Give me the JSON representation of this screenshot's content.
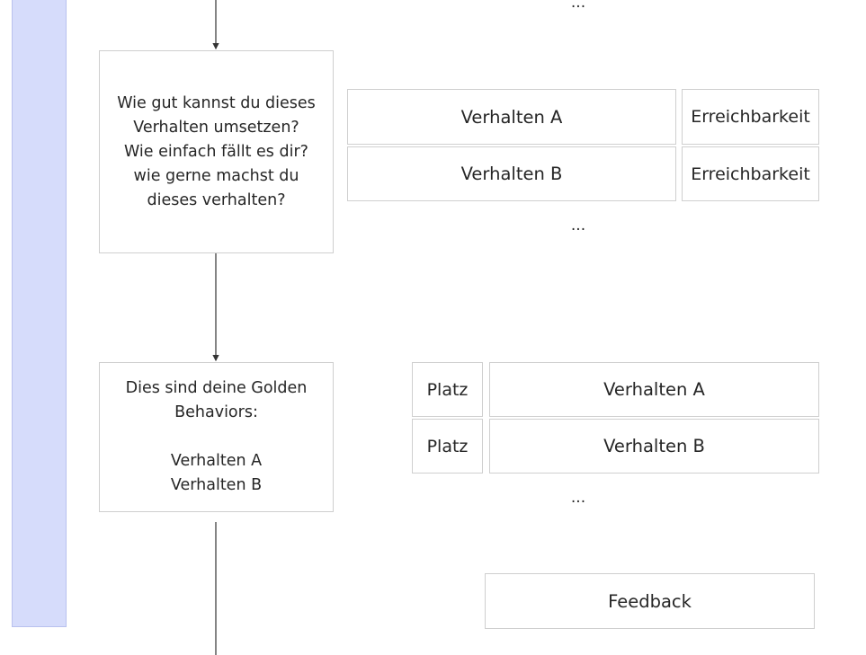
{
  "steps": {
    "ability_question": "Wie gut kannst du dieses\nVerhalten umsetzen?\nWie einfach fällt es dir?\nwie gerne machst du\ndieses verhalten?",
    "golden_behaviors": "Dies sind deine Golden\nBehaviors:\n\nVerhalten A\nVerhalten B"
  },
  "ability_table": {
    "rows": [
      {
        "behavior": "Verhalten A",
        "rating": "Erreichbarkeit"
      },
      {
        "behavior": "Verhalten B",
        "rating": "Erreichbarkeit"
      }
    ],
    "more": "..."
  },
  "ranking_table": {
    "rows": [
      {
        "rank": "Platz",
        "behavior": "Verhalten A"
      },
      {
        "rank": "Platz",
        "behavior": "Verhalten B"
      }
    ],
    "more": "..."
  },
  "top_more": "...",
  "feedback": "Feedback",
  "colors": {
    "side_band": "#d6dcfb",
    "box_border": "#cfcfcf",
    "connector": "#333333"
  }
}
